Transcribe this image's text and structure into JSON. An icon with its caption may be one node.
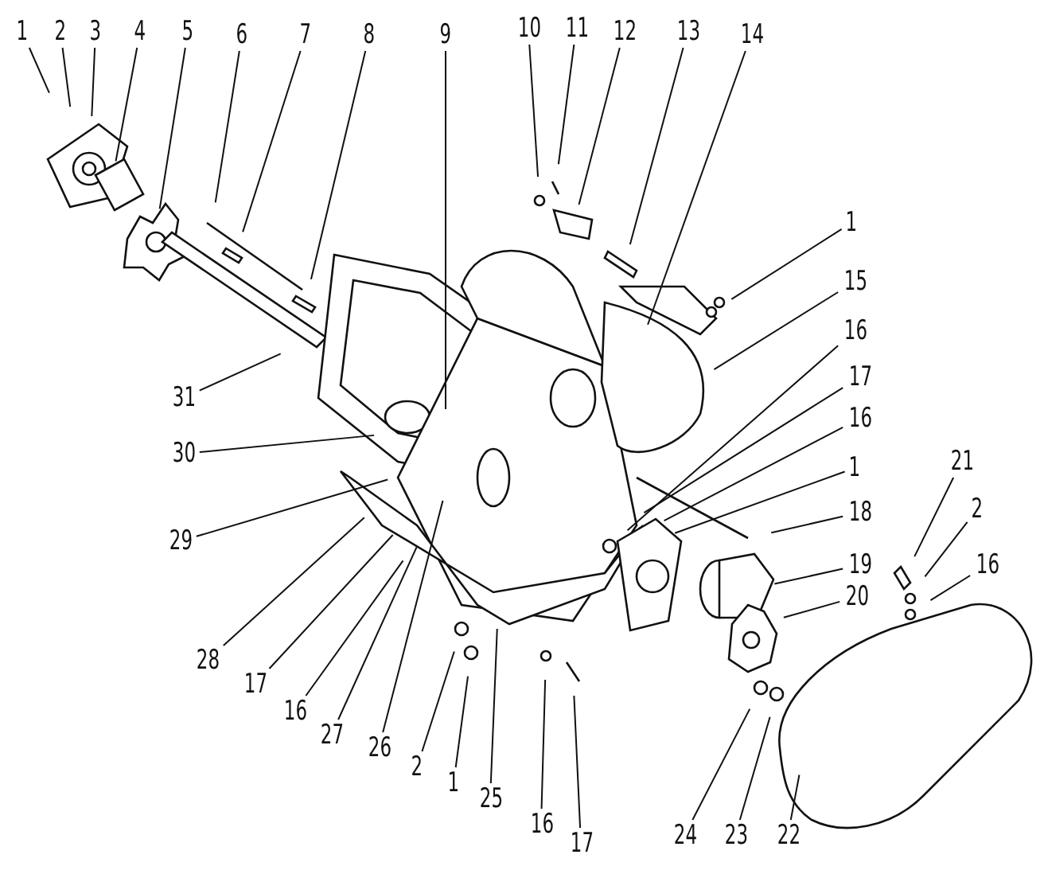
{
  "diagram": {
    "nodes": [
      {
        "text": [
          "1"
        ]
      },
      {
        "text": [
          "2"
        ]
      },
      {
        "text": [
          "3"
        ]
      },
      {
        "text": [
          "4"
        ]
      },
      {
        "text": [
          "5"
        ]
      },
      {
        "text": [
          "6"
        ]
      },
      {
        "text": [
          "7"
        ]
      },
      {
        "text": [
          "8"
        ]
      },
      {
        "text": [
          "9"
        ]
      },
      {
        "text": [
          "10"
        ]
      },
      {
        "text": [
          "11"
        ]
      },
      {
        "text": [
          "12"
        ]
      },
      {
        "text": [
          "13"
        ]
      },
      {
        "text": [
          "14"
        ]
      },
      {
        "text": [
          "1"
        ]
      },
      {
        "text": [
          "15"
        ]
      },
      {
        "text": [
          "16"
        ]
      },
      {
        "text": [
          "17"
        ]
      },
      {
        "text": [
          "16"
        ]
      },
      {
        "text": [
          "1"
        ]
      },
      {
        "text": [
          "18"
        ]
      },
      {
        "text": [
          "19"
        ]
      },
      {
        "text": [
          "20"
        ]
      },
      {
        "text": [
          "21"
        ]
      },
      {
        "text": [
          "2"
        ]
      },
      {
        "text": [
          "16"
        ]
      },
      {
        "text": [
          "31"
        ]
      },
      {
        "text": [
          "30"
        ]
      },
      {
        "text": [
          "29"
        ]
      },
      {
        "text": [
          "28"
        ]
      },
      {
        "text": [
          "17"
        ]
      },
      {
        "text": [
          "16"
        ]
      },
      {
        "text": [
          "27"
        ]
      },
      {
        "text": [
          "26"
        ]
      },
      {
        "text": [
          "2"
        ]
      },
      {
        "text": [
          "1"
        ]
      },
      {
        "text": [
          "25"
        ]
      },
      {
        "text": [
          "16"
        ]
      },
      {
        "text": [
          "17"
        ]
      },
      {
        "text": [
          "24"
        ]
      },
      {
        "text": [
          "23"
        ]
      },
      {
        "text": [
          "22"
        ]
      }
    ],
    "edges": [
      {
        "from": 0,
        "to": null,
        "arrow": "none"
      },
      {
        "from": 1,
        "to": null,
        "arrow": "none"
      },
      {
        "from": 2,
        "to": null,
        "arrow": "none"
      },
      {
        "from": 3,
        "to": null,
        "arrow": "none"
      },
      {
        "from": 4,
        "to": null,
        "arrow": "none"
      },
      {
        "from": 5,
        "to": null,
        "arrow": "none"
      },
      {
        "from": 6,
        "to": null,
        "arrow": "none"
      },
      {
        "from": 7,
        "to": null,
        "arrow": "none"
      },
      {
        "from": 8,
        "to": null,
        "arrow": "none"
      },
      {
        "from": 9,
        "to": null,
        "arrow": "none"
      },
      {
        "from": 10,
        "to": null,
        "arrow": "none"
      },
      {
        "from": 11,
        "to": null,
        "arrow": "none"
      },
      {
        "from": 12,
        "to": null,
        "arrow": "none"
      },
      {
        "from": 13,
        "to": null,
        "arrow": "none"
      },
      {
        "from": 14,
        "to": null,
        "arrow": "none"
      },
      {
        "from": 15,
        "to": null,
        "arrow": "none"
      },
      {
        "from": 16,
        "to": null,
        "arrow": "none"
      },
      {
        "from": 17,
        "to": null,
        "arrow": "none"
      },
      {
        "from": 18,
        "to": null,
        "arrow": "none"
      },
      {
        "from": 19,
        "to": null,
        "arrow": "none"
      },
      {
        "from": 20,
        "to": null,
        "arrow": "none"
      },
      {
        "from": 21,
        "to": null,
        "arrow": "none"
      },
      {
        "from": 22,
        "to": null,
        "arrow": "none"
      },
      {
        "from": 23,
        "to": null,
        "arrow": "none"
      },
      {
        "from": 24,
        "to": null,
        "arrow": "none"
      },
      {
        "from": 25,
        "to": null,
        "arrow": "none"
      },
      {
        "from": 26,
        "to": null,
        "arrow": "none"
      },
      {
        "from": 27,
        "to": null,
        "arrow": "none"
      },
      {
        "from": 28,
        "to": null,
        "arrow": "none"
      },
      {
        "from": 29,
        "to": null,
        "arrow": "none"
      },
      {
        "from": 30,
        "to": null,
        "arrow": "none"
      },
      {
        "from": 31,
        "to": null,
        "arrow": "none"
      },
      {
        "from": 32,
        "to": null,
        "arrow": "none"
      },
      {
        "from": 33,
        "to": null,
        "arrow": "none"
      },
      {
        "from": 34,
        "to": null,
        "arrow": "none"
      },
      {
        "from": 35,
        "to": null,
        "arrow": "none"
      },
      {
        "from": 36,
        "to": null,
        "arrow": "none"
      },
      {
        "from": 37,
        "to": null,
        "arrow": "none"
      },
      {
        "from": 38,
        "to": null,
        "arrow": "none"
      },
      {
        "from": 39,
        "to": null,
        "arrow": "none"
      },
      {
        "from": 40,
        "to": null,
        "arrow": "none"
      },
      {
        "from": 41,
        "to": null,
        "arrow": "none"
      }
    ]
  }
}
